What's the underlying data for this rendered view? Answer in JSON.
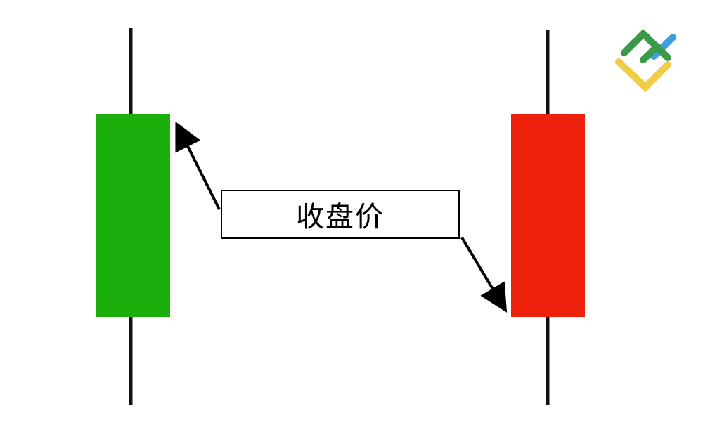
{
  "diagram": {
    "title": "Candlestick closing price illustration",
    "label": "收盘价",
    "candles": [
      {
        "name": "bullish",
        "color": "#1aaf0c",
        "position": "left",
        "close_marker": "top of body"
      },
      {
        "name": "bearish",
        "color": "#ee220c",
        "position": "right",
        "close_marker": "bottom of body"
      }
    ],
    "logo": {
      "name": "brand-logo",
      "colors": [
        "#3a9a47",
        "#f0cd45",
        "#3d9fe0"
      ]
    }
  }
}
